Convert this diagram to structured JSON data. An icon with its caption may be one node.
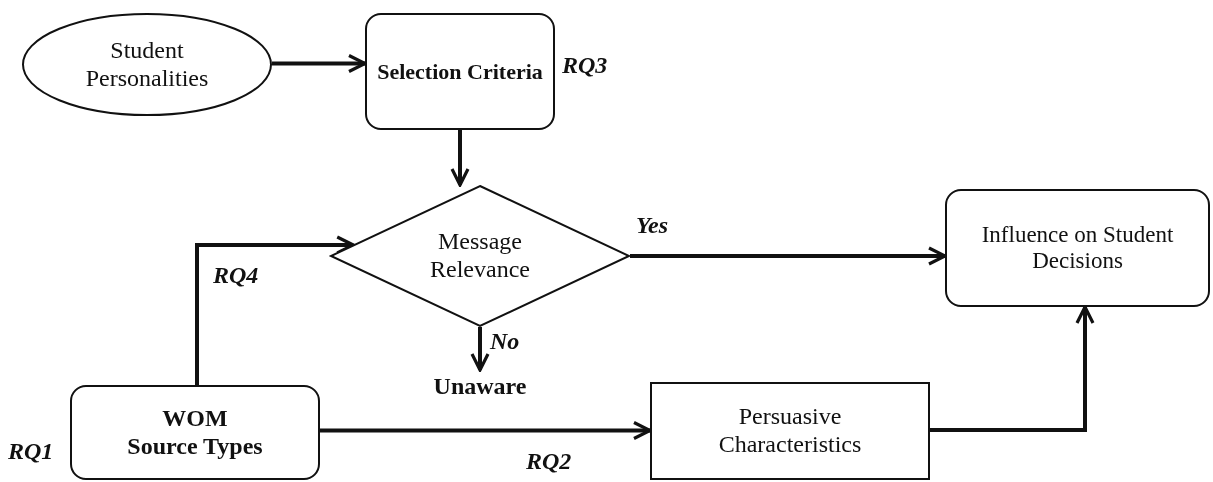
{
  "diagram": {
    "nodes": [
      {
        "text": [
          "Student Personalities"
        ]
      },
      {
        "text": [
          "Selection Criteria"
        ],
        "beside": [
          "RQ3"
        ]
      },
      {
        "text": [
          "Message Relevance"
        ]
      },
      {
        "text": [
          "Influence on Student Decisions"
        ]
      },
      {
        "text": [
          "Unaware"
        ]
      },
      {
        "text": [
          "WOM Source Types"
        ],
        "beside": [
          "RQ1"
        ]
      },
      {
        "text": [
          "Persuasive Characteristics"
        ]
      }
    ],
    "edges": [
      {
        "from": 0,
        "to": 1,
        "arrow": "to"
      },
      {
        "from": 1,
        "to": 2,
        "arrow": "to"
      },
      {
        "from": 5,
        "to": 2,
        "arrow": "to",
        "label": "RQ4"
      },
      {
        "from": 2,
        "to": 3,
        "arrow": "to",
        "label": "Yes"
      },
      {
        "from": 2,
        "to": 4,
        "arrow": "to",
        "label": "No"
      },
      {
        "from": 5,
        "to": 6,
        "arrow": "to",
        "label": "RQ2"
      },
      {
        "from": 6,
        "to": 3,
        "arrow": "to"
      }
    ]
  }
}
